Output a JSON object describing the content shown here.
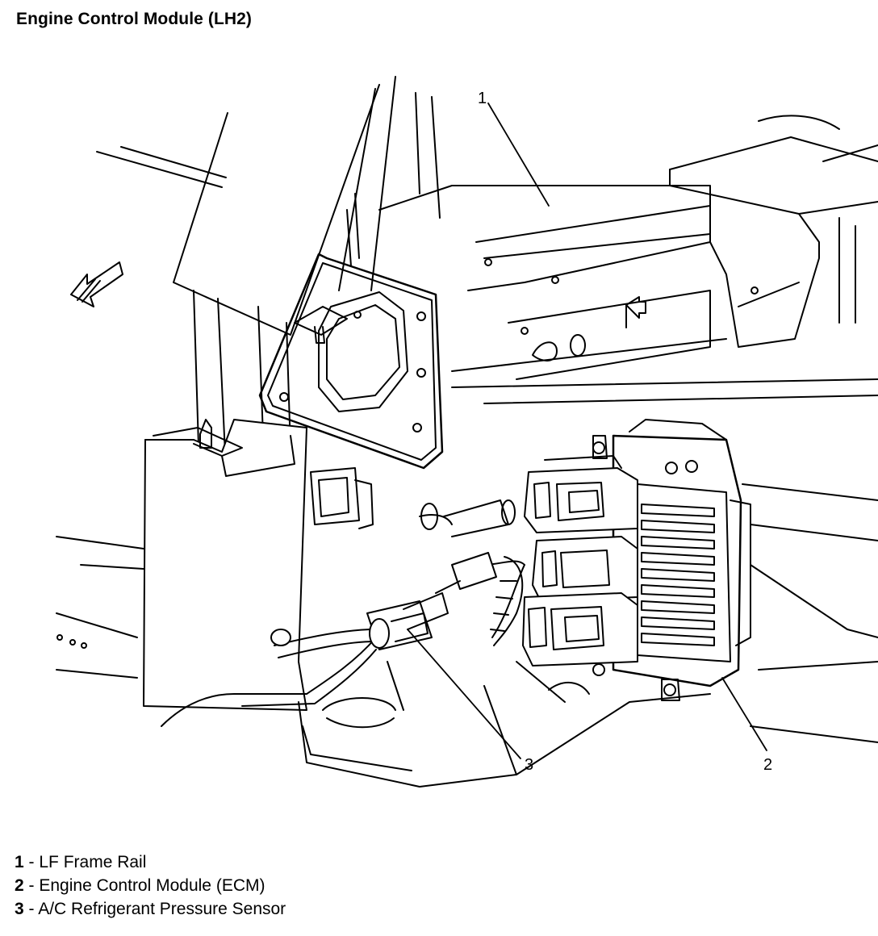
{
  "title": "Engine Control Module (LH2)",
  "callouts": [
    {
      "num": "1",
      "label": "LF Frame Rail"
    },
    {
      "num": "2",
      "label": "Engine Control Module (ECM)"
    },
    {
      "num": "3",
      "label": "A/C Refrigerant Pressure Sensor"
    }
  ],
  "separator": " - "
}
